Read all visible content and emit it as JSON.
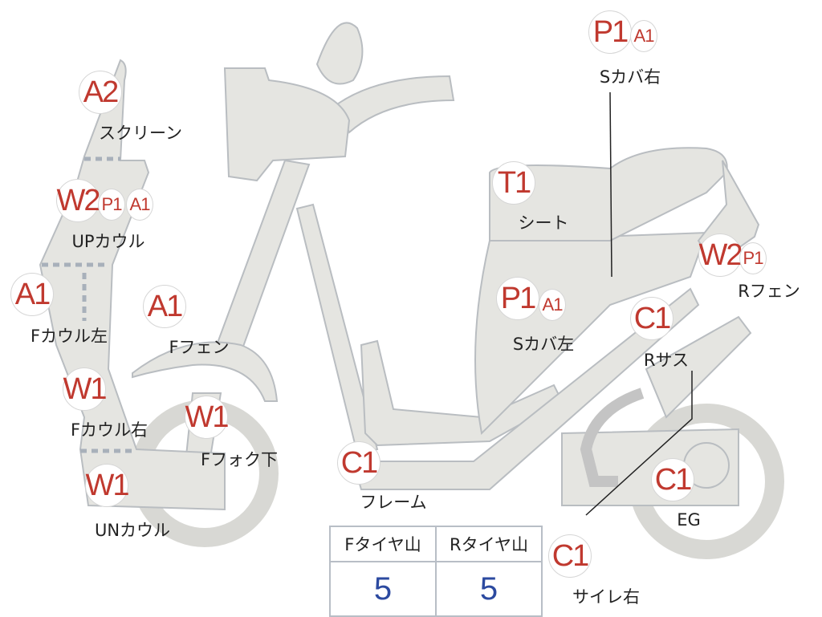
{
  "parts": [
    {
      "id": "screen",
      "label": "スクリーン",
      "codes": [
        "A2"
      ]
    },
    {
      "id": "up-cowl",
      "label": "UPカウル",
      "codes": [
        "W2",
        "P1",
        "A1"
      ]
    },
    {
      "id": "f-cowl-left",
      "label": "Fカウル左",
      "codes": [
        "A1"
      ]
    },
    {
      "id": "f-fender",
      "label": "Fフェン",
      "codes": [
        "A1"
      ]
    },
    {
      "id": "f-cowl-right",
      "label": "Fカウル右",
      "codes": [
        "W1"
      ]
    },
    {
      "id": "f-fork-lower",
      "label": "Fフォク下",
      "codes": [
        "W1"
      ]
    },
    {
      "id": "un-cowl",
      "label": "UNカウル",
      "codes": [
        "W1"
      ]
    },
    {
      "id": "frame",
      "label": "フレーム",
      "codes": [
        "C1"
      ]
    },
    {
      "id": "seat",
      "label": "シート",
      "codes": [
        "T1"
      ]
    },
    {
      "id": "s-cover-left",
      "label": "Sカバ左",
      "codes": [
        "P1",
        "A1"
      ]
    },
    {
      "id": "s-cover-right",
      "label": "Sカバ右",
      "codes": [
        "P1",
        "A1"
      ]
    },
    {
      "id": "r-fender",
      "label": "Rフェン",
      "codes": [
        "W2",
        "P1"
      ]
    },
    {
      "id": "r-suspension",
      "label": "Rサス",
      "codes": [
        "C1"
      ]
    },
    {
      "id": "engine",
      "label": "EG",
      "codes": [
        "C1"
      ]
    },
    {
      "id": "muffler-right",
      "label": "サイレ右",
      "codes": [
        "C1"
      ]
    }
  ],
  "tire_table": {
    "headers": [
      "Fタイヤ山",
      "Rタイヤ山"
    ],
    "values": [
      "5",
      "5"
    ]
  },
  "colors": {
    "code": "#c0392f",
    "tire_value": "#2c4aa0",
    "body": "#e5e5e1",
    "outline": "#b9bdc1"
  }
}
